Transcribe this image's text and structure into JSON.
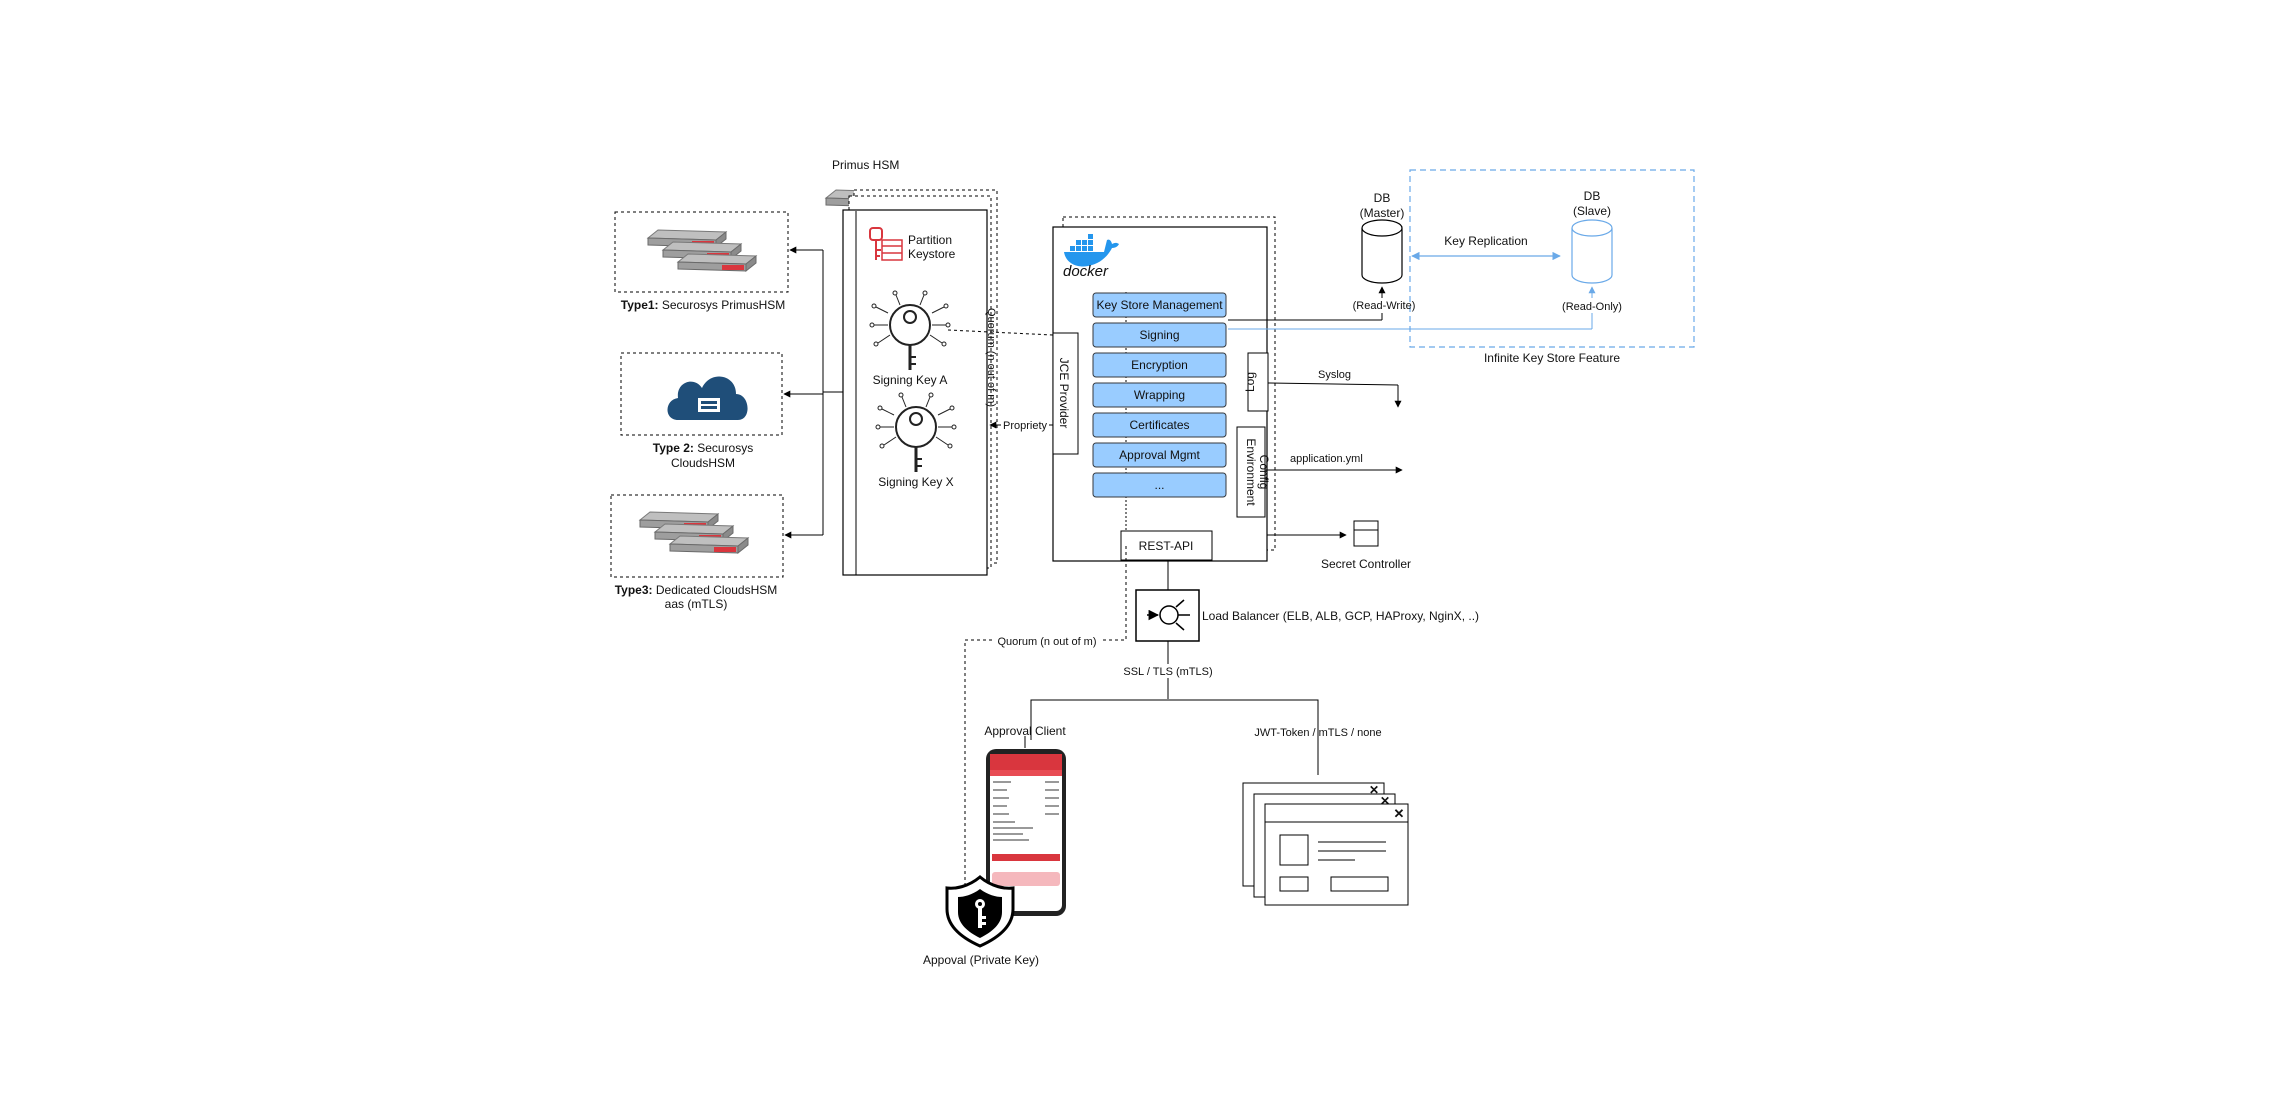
{
  "hsm": {
    "title": "Primus HSM",
    "partition_label_1": "Partition",
    "partition_label_2": "Keystore",
    "signing_key_a": "Signing Key A",
    "signing_key_x": "Signing Key X",
    "quorum_vertical": "Quorum (n out of m)"
  },
  "types": {
    "type1_bold": "Type1:",
    "type1_rest": " Securosys PrimusHSM",
    "type2_bold": "Type 2:",
    "type2_rest": " Securosys",
    "type2_line2": "CloudsHSM",
    "type3_bold": "Type3:",
    "type3_rest": " Dedicated CloudsHSM",
    "type3_line2": "aas (mTLS)"
  },
  "container": {
    "docker_label": "docker",
    "jce_provider": "JCE Provider",
    "propriety": "Propriety",
    "log": "Log",
    "env_config_1": "Environment",
    "env_config_2": "Config",
    "rest_api": "REST-API",
    "modules": [
      "Key Store Management",
      "Signing",
      "Encryption",
      "Wrapping",
      "Certificates",
      "Approval Mgmt",
      "..."
    ]
  },
  "outputs": {
    "syslog": "Syslog",
    "application_yml": "application.yml",
    "secret_controller": "Secret Controller"
  },
  "db": {
    "master_1": "DB",
    "master_2": "(Master)",
    "master_mode": "(Read-Write)",
    "slave_1": "DB",
    "slave_2": "(Slave)",
    "slave_mode": "(Read-Only)",
    "replication": "Key Replication",
    "feature": "Infinite Key Store Feature"
  },
  "network": {
    "load_balancer": "Load Balancer (ELB, ALB, GCP, HAProxy, NginX, ..)",
    "quorum": "Quorum (n out of m)",
    "ssl": "SSL / TLS (mTLS)",
    "approval_client": "Approval Client",
    "jwt": "JWT-Token / mTLS / none",
    "approval_key": "Appoval (Private Key)"
  },
  "colors": {
    "module_fill": "#99ccff",
    "module_stroke": "#36393d",
    "infinite_blue": "#6aa9e8",
    "cloud_blue": "#1f4e79",
    "hsm_red": "#d9363e"
  }
}
